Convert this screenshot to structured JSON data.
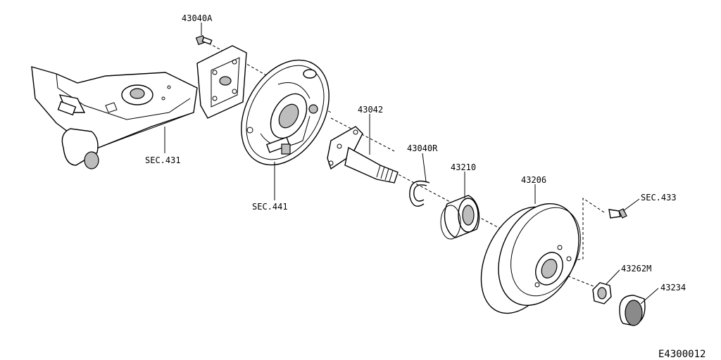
{
  "labels": {
    "bolt": "43040A",
    "axle_beam": "SEC.431",
    "backing_plate": "SEC.441",
    "hub_spindle": "43042",
    "snap_ring": "43040R",
    "bearing": "43210",
    "drum": "43206",
    "drum_screw": "SEC.433",
    "hub_nut": "43262M",
    "cap": "43234"
  },
  "reference_code": "E4300012"
}
